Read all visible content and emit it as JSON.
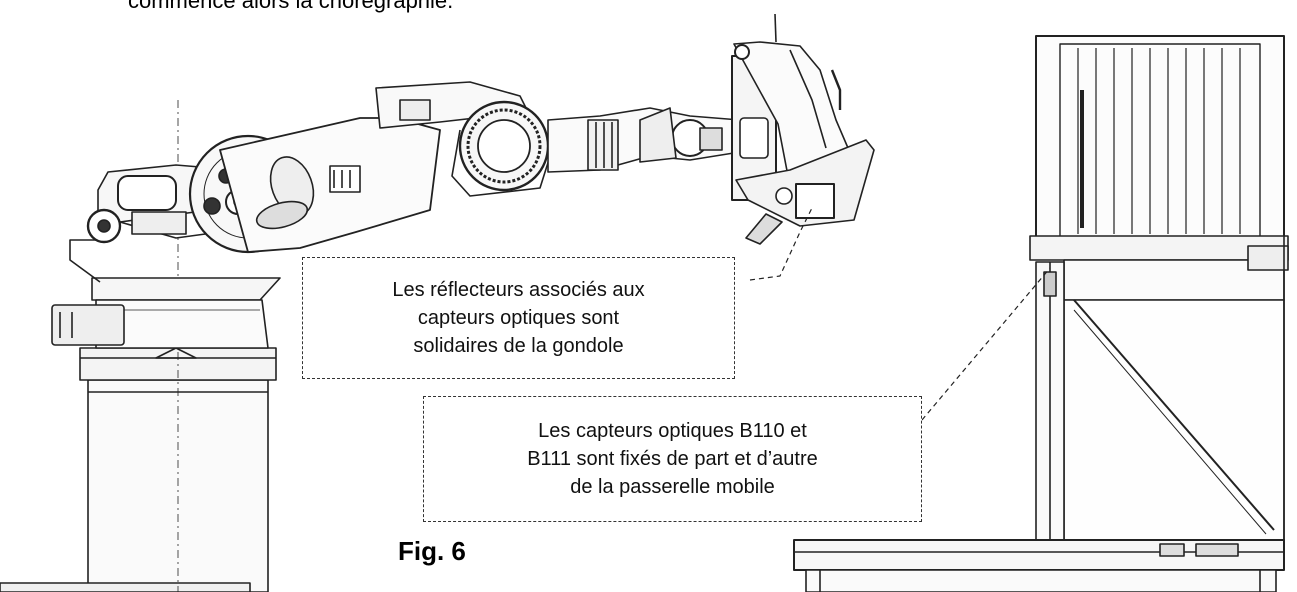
{
  "page": {
    "top_text": "commence alors la chorégraphie."
  },
  "callouts": {
    "reflectors": [
      "Les réflecteurs associés aux",
      "capteurs optiques sont",
      "solidaires de la gondole"
    ],
    "sensors": [
      "Les capteurs optiques B110 et",
      "B111 sont fixés de part et d’autre",
      "de la passerelle mobile"
    ]
  },
  "figure": {
    "label": "Fig. 6"
  }
}
